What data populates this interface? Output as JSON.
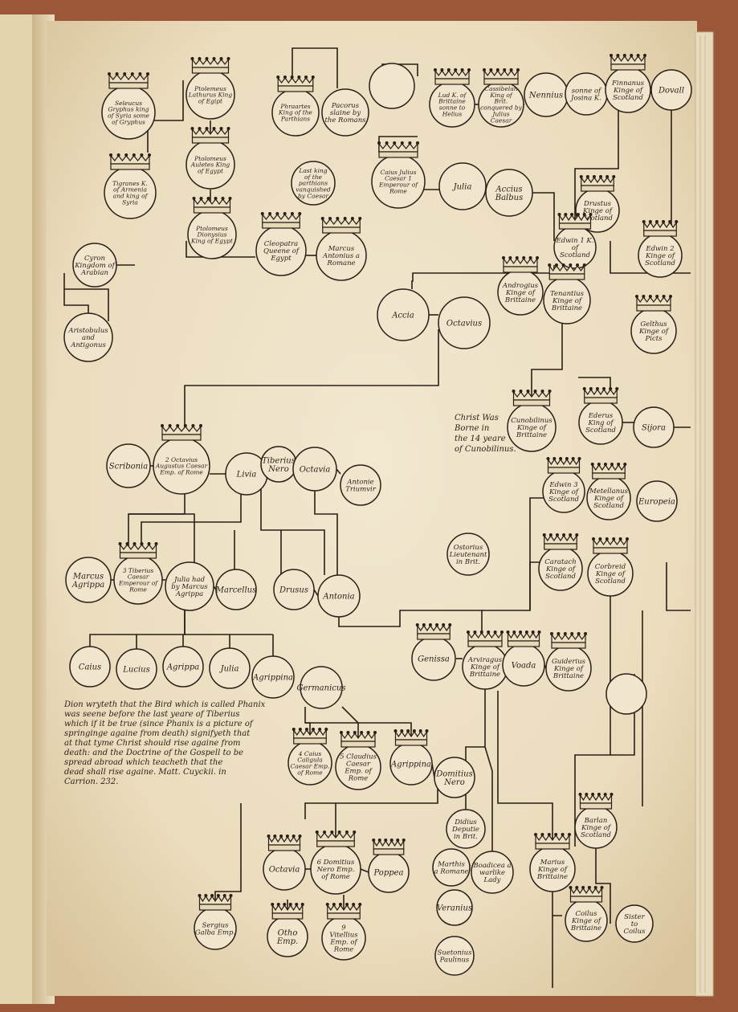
{
  "page": {
    "title": "",
    "colors": {
      "parchment": "#efe3c8",
      "ink": "#2a1f17",
      "binding": "#a0593a",
      "leftPage": "#e6d6b2"
    }
  },
  "nodes": [
    {
      "id": "seleucus",
      "text": "Seleucus Gryphus king of Syria some of Gryphus",
      "crown": true
    },
    {
      "id": "ptolemeus10",
      "text": "Ptolemeus Lathurus King of Egipt",
      "crown": true
    },
    {
      "id": "ptolemeus11",
      "text": "Ptolomeus Auletes King of Egypt",
      "crown": true
    },
    {
      "id": "tigranes",
      "text": "Tigranes K. of Armenia and king of Syria",
      "crown": true
    },
    {
      "id": "ptolemeus12",
      "text": "Ptolomeus Dionysius King of Egypt",
      "crown": true
    },
    {
      "id": "cleopatra",
      "text": "Cleopatra Queene of Egypt",
      "crown": true
    },
    {
      "id": "marcus-antonius",
      "text": "Marcus Antonius a Romane",
      "crown": true
    },
    {
      "id": "phraates",
      "text": "Phraartes King of the Parthians",
      "crown": true
    },
    {
      "id": "pacorus",
      "text": "Pacorus slaine by the Romans",
      "crown": false
    },
    {
      "id": "last-king-parthians",
      "text": "Last king of the parthians vanquished by Caesar",
      "crown": false
    },
    {
      "id": "blank-top",
      "text": "",
      "crown": false
    },
    {
      "id": "lud",
      "text": "Lud K. of Brittaine sonne to Helius",
      "crown": true
    },
    {
      "id": "cassibelan",
      "text": "Cassibelan King of Brit. conquered by Julius Caesar",
      "crown": true
    },
    {
      "id": "nennius",
      "text": "Nennius",
      "crown": false
    },
    {
      "id": "caius-julius",
      "text": "Caius Julius Caesar 1 Emperour of Rome",
      "crown": true
    },
    {
      "id": "julia-top",
      "text": "Julia",
      "crown": false
    },
    {
      "id": "accius-balbus",
      "text": "Accius Balbus",
      "crown": false
    },
    {
      "id": "sonne-josina",
      "text": "sonne of Josina K.",
      "crown": false
    },
    {
      "id": "finnanus",
      "text": "Finnanus Kinge of Scotland",
      "crown": true
    },
    {
      "id": "doval",
      "text": "Dovall",
      "crown": false
    },
    {
      "id": "drustus",
      "text": "Drustus Kinge of Scotland",
      "crown": true
    },
    {
      "id": "edwin1",
      "text": "Edwin 1 K. of Scotland",
      "crown": true
    },
    {
      "id": "edwin2",
      "text": "Edwin 2 Kinge of Scotland",
      "crown": true
    },
    {
      "id": "cyron",
      "text": "Cyron Kingdom of Arabian",
      "crown": false
    },
    {
      "id": "aristobulus",
      "text": "Aristobulus and Antigonus",
      "crown": false
    },
    {
      "id": "androgius",
      "text": "Androgius Kinge of Brittaine",
      "crown": true
    },
    {
      "id": "tenantius",
      "text": "Tenantius Kinge of Brittaine",
      "crown": true
    },
    {
      "id": "gelthus",
      "text": "Gelthus Kinge of Picts",
      "crown": true
    },
    {
      "id": "accia",
      "text": "Accia",
      "crown": false
    },
    {
      "id": "octavius",
      "text": "Octavius",
      "crown": false
    },
    {
      "id": "cunobilinus",
      "text": "Cunobilinus Kinge of Brittaine",
      "crown": true
    },
    {
      "id": "ederus",
      "text": "Ederus King of Scotland",
      "crown": true
    },
    {
      "id": "siora",
      "text": "Sijora",
      "crown": false
    },
    {
      "id": "octavius-augustus",
      "text": "2 Octavius Augustus Caesar Emp. of Rome",
      "crown": true
    },
    {
      "id": "scribonia",
      "text": "Scribonia",
      "crown": false
    },
    {
      "id": "livia",
      "text": "Livia",
      "crown": false
    },
    {
      "id": "tiberius-nero",
      "text": "Tiberius Nero",
      "crown": false
    },
    {
      "id": "octavia-mid",
      "text": "Octavia",
      "crown": false
    },
    {
      "id": "antonie",
      "text": "Antonie Triumvir",
      "crown": false
    },
    {
      "id": "edwin3",
      "text": "Edwin 3 Kinge of Scotland",
      "crown": true
    },
    {
      "id": "metellanus",
      "text": "Metellanus Kinge of Scotland",
      "crown": true
    },
    {
      "id": "europeia",
      "text": "Europeia",
      "crown": false
    },
    {
      "id": "ostorius",
      "text": "Ostorius Lieutenant in Brit.",
      "crown": false
    },
    {
      "id": "caratacus",
      "text": "Caratach Kinge of Scotland",
      "crown": true
    },
    {
      "id": "corbreid",
      "text": "Corbreid Kinge of Scotland",
      "crown": true
    },
    {
      "id": "marcus-agrippa",
      "text": "Marcus Agrippa",
      "crown": false
    },
    {
      "id": "tiberius",
      "text": "3 Tiberius Caesar Emperour of Rome",
      "crown": true
    },
    {
      "id": "julia-mid",
      "text": "Julia had by Marcus Agrippa",
      "crown": false
    },
    {
      "id": "marcellus",
      "text": "Marcellus",
      "crown": false
    },
    {
      "id": "drusus",
      "text": "Drusus",
      "crown": false
    },
    {
      "id": "antonia",
      "text": "Antonia",
      "crown": false
    },
    {
      "id": "genissa",
      "text": "Genissa",
      "crown": true
    },
    {
      "id": "arviragus",
      "text": "Arviragus Kinge of Brittaine",
      "crown": true
    },
    {
      "id": "voada",
      "text": "Voada",
      "crown": true
    },
    {
      "id": "guiderius",
      "text": "Guiderius Kinge of Brittaine",
      "crown": true
    },
    {
      "id": "caius",
      "text": "Caius",
      "crown": false
    },
    {
      "id": "lucius",
      "text": "Lucius",
      "crown": false
    },
    {
      "id": "agrippa",
      "text": "Agrippa",
      "crown": false
    },
    {
      "id": "julia-low",
      "text": "Julia",
      "crown": false
    },
    {
      "id": "agrippina1",
      "text": "Agrippina",
      "crown": false
    },
    {
      "id": "germanicus",
      "text": "Germanicus",
      "crown": false
    },
    {
      "id": "blank-right",
      "text": "",
      "crown": false
    },
    {
      "id": "caligula",
      "text": "4 Caius Caligula Caesar Emp. of Rome",
      "crown": true
    },
    {
      "id": "claudius",
      "text": "5 Claudius Caesar Emp. of Rome",
      "crown": true
    },
    {
      "id": "agrippina2",
      "text": "Agrippina",
      "crown": true
    },
    {
      "id": "domitius",
      "text": "Domitius Nero",
      "crown": false
    },
    {
      "id": "didius",
      "text": "Didius Deputie in Brit.",
      "crown": false
    },
    {
      "id": "arvirag2",
      "text": "Barlan Kinge of Scotland",
      "crown": true
    },
    {
      "id": "octavia-low",
      "text": "Octavia",
      "crown": true
    },
    {
      "id": "nero",
      "text": "6 Domitius Nero Emp. of Rome",
      "crown": true
    },
    {
      "id": "poppea",
      "text": "Poppea",
      "crown": true
    },
    {
      "id": "martius",
      "text": "Marthis a Romane",
      "crown": false
    },
    {
      "id": "boadicea",
      "text": "Boadicea a warlike Lady",
      "crown": false
    },
    {
      "id": "marius",
      "text": "Marius Kinge of Brittaine",
      "crown": true
    },
    {
      "id": "galba",
      "text": "Sergius Galba Emp.",
      "crown": true
    },
    {
      "id": "otho",
      "text": "Otho Emp.",
      "crown": true
    },
    {
      "id": "vitellius",
      "text": "9 Vitellius Emp. of Rome",
      "crown": true
    },
    {
      "id": "veranius",
      "text": "Veranius",
      "crown": false
    },
    {
      "id": "suetonius",
      "text": "Suetonius Paulinus",
      "crown": false
    },
    {
      "id": "coilus",
      "text": "Coilus Kinge of Brittaine",
      "crown": true
    },
    {
      "id": "sister",
      "text": "Sister to Coilus",
      "crown": false
    }
  ],
  "notes": {
    "christ": [
      "Christ Was",
      "Borne in",
      "the 14 yeare",
      "of Cunobilinus."
    ],
    "phoenix": [
      "Dion wryteth that the Bird which is called Phanix",
      "was seene before the last yeare of Tiberius",
      "which if it be true (since Phanix is a picture of",
      "springinge againe from death) signifyeth that",
      "at that tyme Christ should rise againe from",
      "death: and the Doctrine of the Gospell to be",
      "spread abroad which teacheth that the",
      "dead shall rise againe. Matt. Cuyckii. in",
      "Carrion. 232."
    ]
  }
}
